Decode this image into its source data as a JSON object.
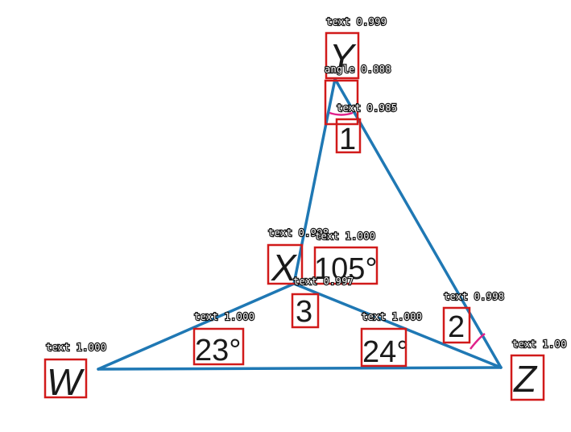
{
  "diagram": {
    "vertices": {
      "Y": "Y",
      "X": "X",
      "W": "W",
      "Z": "Z"
    },
    "angle_numbers": {
      "a1": "1",
      "a2": "2",
      "a3": "3"
    },
    "angle_values": {
      "x_angle": "105°",
      "w_angle": "23°",
      "xz_angle": "24°"
    }
  },
  "detections": [
    {
      "label": "text 0.999"
    },
    {
      "label": "angle 0.888"
    },
    {
      "label": "text 0.985"
    },
    {
      "label": "text 0.998"
    },
    {
      "label": "text 1.000"
    },
    {
      "label": "text 0.997"
    },
    {
      "label": "text 1.000"
    },
    {
      "label": "text 1.000"
    },
    {
      "label": "text 0.998"
    },
    {
      "label": "text 1.000"
    },
    {
      "label": "text 1.00"
    }
  ],
  "colors": {
    "edge": "#1f78b4",
    "box": "#d11a1a",
    "arc": "#e0218a"
  }
}
